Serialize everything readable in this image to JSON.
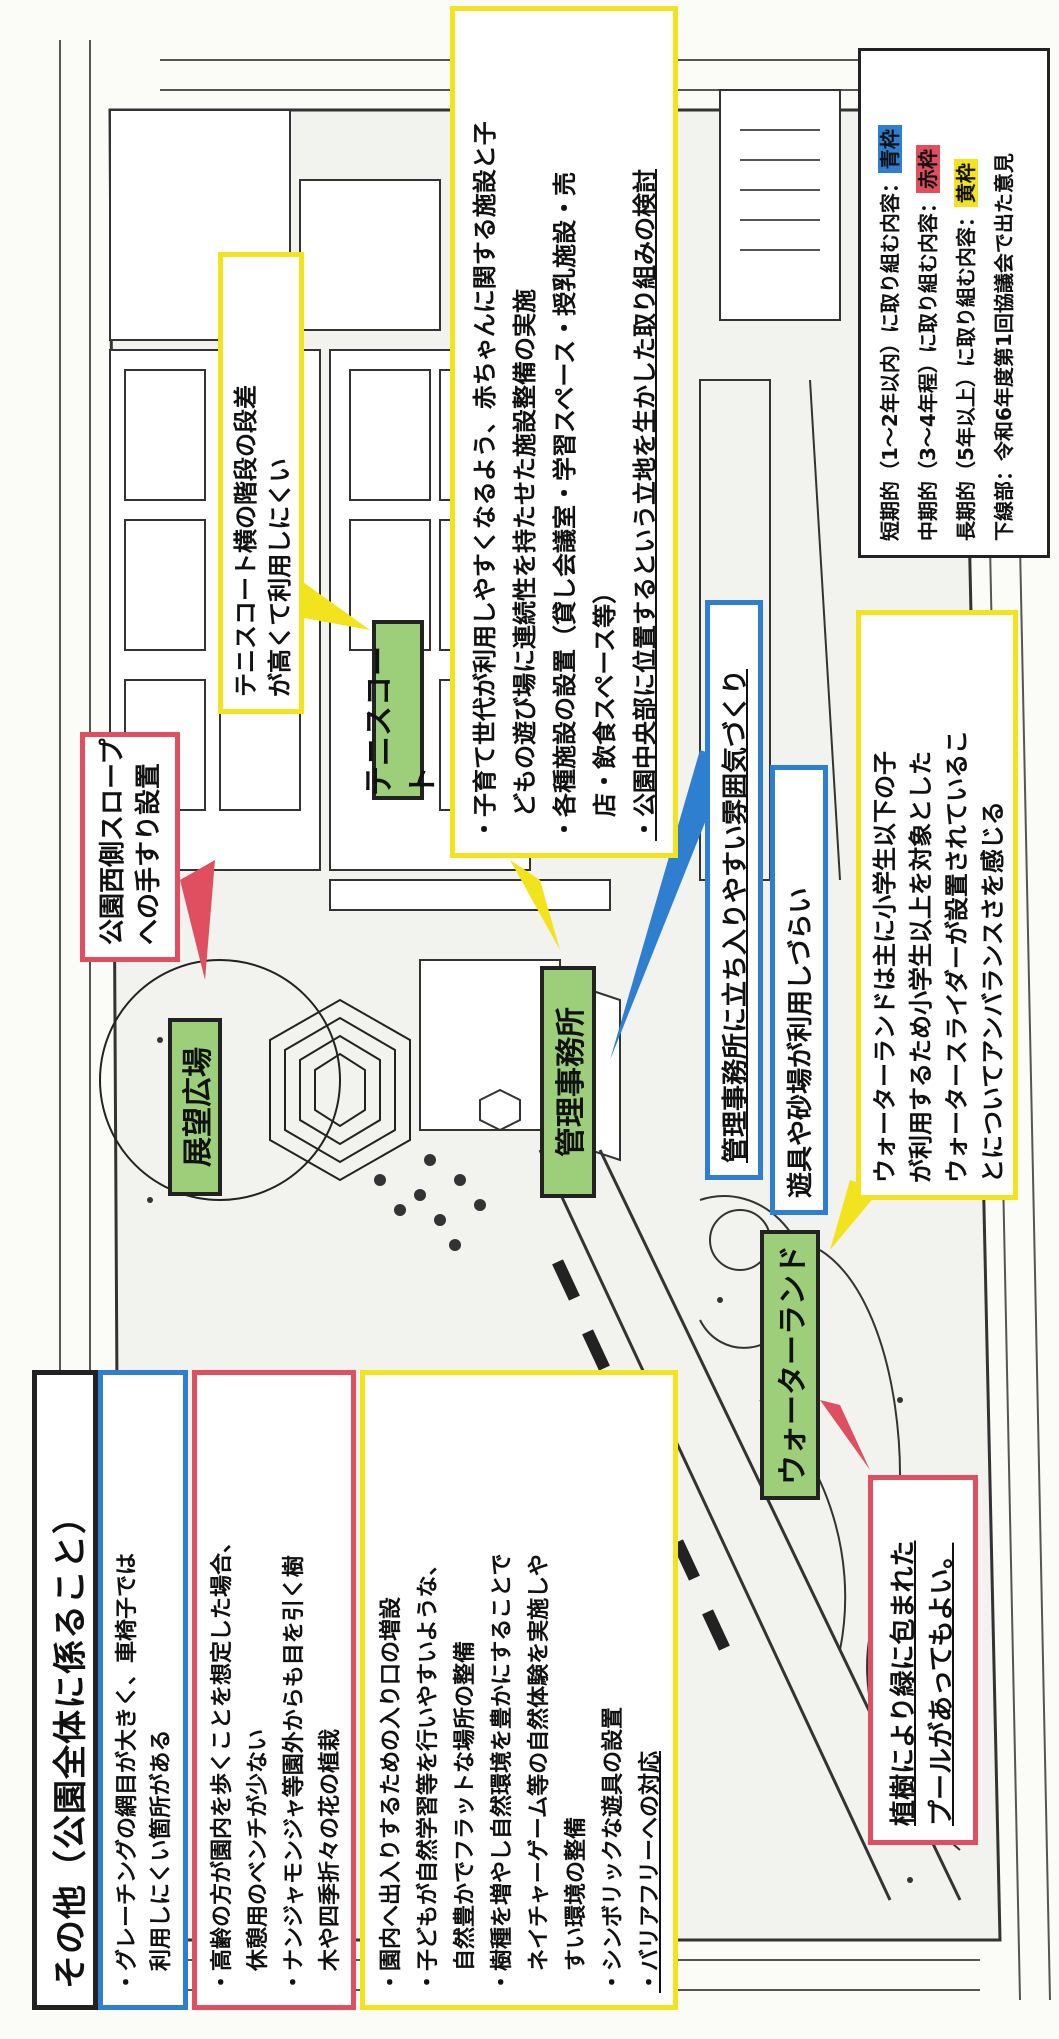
{
  "legend": {
    "rows": [
      {
        "text": "短期的（1〜2年以内）に取り組む内容：",
        "tag": "青枠",
        "color": "#2f7fd0"
      },
      {
        "text": "中期的（3〜4年程）に取り組む内容：",
        "tag": "赤枠",
        "color": "#e04f5f"
      },
      {
        "text": "長期的（5年以上）に取り組む内容：",
        "tag": "黄枠",
        "color": "#f2e31c"
      }
    ],
    "note": "下線部：令和6年度第1回協議会で出た意見"
  },
  "labels": {
    "tennis": "テニスコート",
    "office": "管理事務所",
    "plaza": "展望広場",
    "water": "ウォーターランド"
  },
  "callouts": {
    "tennis_steps": [
      "テニスコート横の階段の段差",
      "が高くて利用しにくい"
    ],
    "slope": [
      "公園西側スロープ",
      "への手すり設置"
    ],
    "office_long": [
      "・子育て世代が利用しやすくなるよう、赤ちゃんに関する施設と子",
      "　どもの遊び場に連続性を持たせた施設整備の実施",
      "・各種施設の設置（貸し会議室・学習スペース・授乳施設・売",
      "　店・飲食スペース等）",
      "・公園中央部に位置するという立地を生かした取り組みの検討"
    ],
    "office_short": "管理事務所に立ち入りやすい雰囲気づくり",
    "playground": "遊具や砂場が利用しづらい",
    "water_slider": [
      "ウォーターランドは主に小学生以下の子",
      "が利用するため小学生以上を対象とした",
      "ウォータースライダーが設置されているこ",
      "とについてアンバランスさを感じる"
    ],
    "pool": [
      "植樹により緑に包まれた",
      "プールがあってもよい。"
    ]
  },
  "other": {
    "title": "その他（公園全体に係ること）",
    "blue": [
      "・グレーチングの網目が大きく、車椅子では",
      "　利用しにくい箇所がある"
    ],
    "red": [
      "・高齢の方が園内を歩くことを想定した場合、",
      "　休憩用のベンチが少ない",
      "・ナンジャモンジャ等園外からも目を引く樹",
      "　木や四季折々の花の植栽"
    ],
    "yellow": [
      "・園内へ出入りするための入り口の増設",
      "・子どもが自然学習等を行いやすいような、",
      "　自然豊かでフラットな場所の整備",
      "・樹種を増やし自然環境を豊かにすることで",
      "　ネイチャーゲーム等の自然体験を実施しや",
      "　すい環境の整備",
      "・シンボリックな遊具の設置",
      "・バリアフリーへの対応"
    ]
  }
}
